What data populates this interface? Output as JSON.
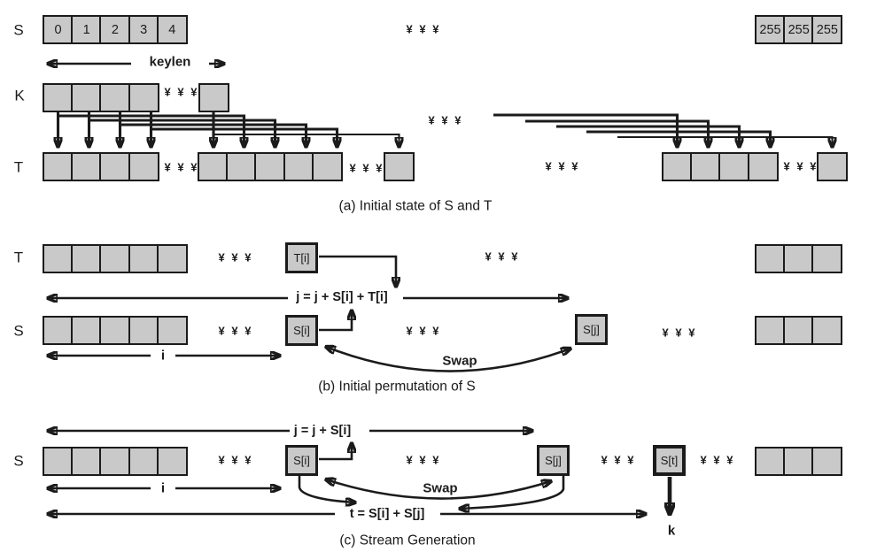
{
  "figure_title": "RC4 algorithm diagram",
  "ellipsis": "¥ ¥ ¥",
  "row_labels": {
    "s_a": "S",
    "k_a": "K",
    "t_a": "T",
    "t_b": "T",
    "s_b": "S",
    "s_c": "S"
  },
  "cells": {
    "s_init": [
      "0",
      "1",
      "2",
      "3",
      "4"
    ],
    "s_tail": [
      "255",
      "255",
      "255"
    ]
  },
  "boxes": {
    "t_i": "T[i]",
    "s_i_b": "S[i]",
    "s_j_b": "S[j]",
    "s_i_c": "S[i]",
    "s_j_c": "S[j]",
    "s_t": "S[t]"
  },
  "annotations": {
    "keylen": "keylen",
    "eq_b": "j = j + S[i] + T[i]",
    "eq_c_j": "j = j + S[i]",
    "eq_c_t": "t = S[i] + S[j]",
    "i_b": "i",
    "i_c": "i",
    "swap_b": "Swap",
    "swap_c": "Swap",
    "k_out": "k"
  },
  "captions": {
    "a": "(a) Initial state of S and T",
    "b": "(b) Initial permutation of S",
    "c": "(c) Stream Generation"
  },
  "colors": {
    "background": "#ffffff",
    "cell_fill": "#c9c9c9",
    "line": "#1b1b1b"
  }
}
